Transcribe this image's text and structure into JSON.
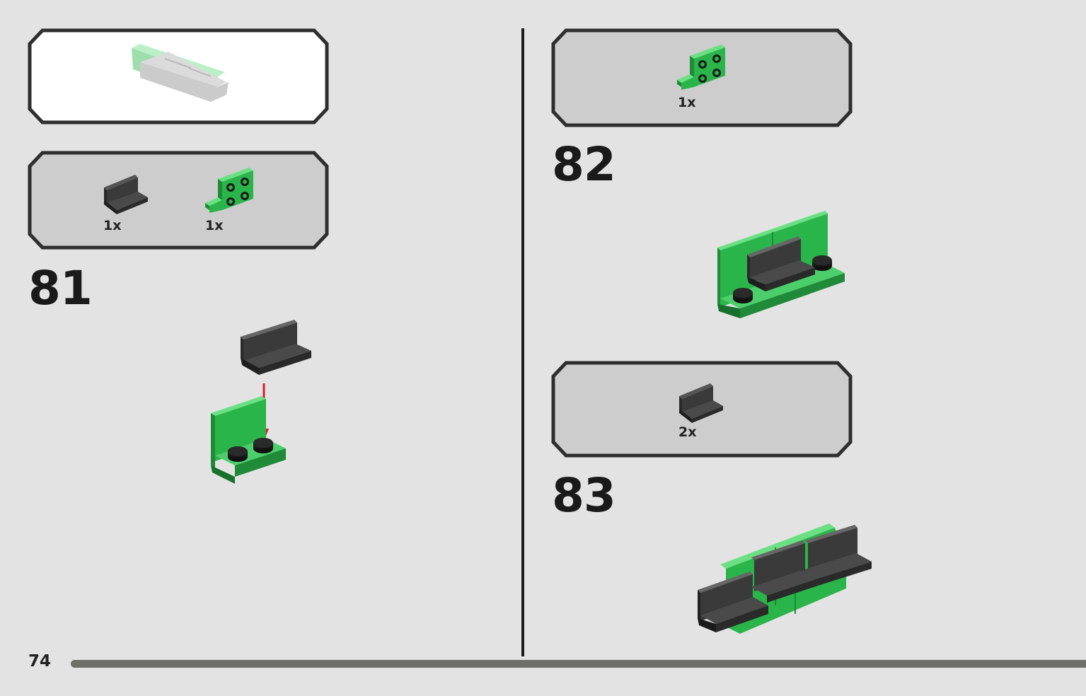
{
  "page": {
    "number": "74"
  },
  "colors": {
    "green": "#2ab54a",
    "dark": "#3a3a3a",
    "panel": "#cdcdcd",
    "background": "#e3e3e3"
  },
  "steps": [
    {
      "number": "81",
      "parts": [
        {
          "qty": "1x",
          "icon": "dark-bracket-icon"
        },
        {
          "qty": "1x",
          "icon": "green-bracket-plate-icon"
        }
      ]
    },
    {
      "number": "82",
      "parts": [
        {
          "qty": "1x",
          "icon": "green-bracket-plate-icon"
        }
      ]
    },
    {
      "number": "83",
      "parts": [
        {
          "qty": "2x",
          "icon": "dark-bracket-icon"
        }
      ]
    }
  ]
}
